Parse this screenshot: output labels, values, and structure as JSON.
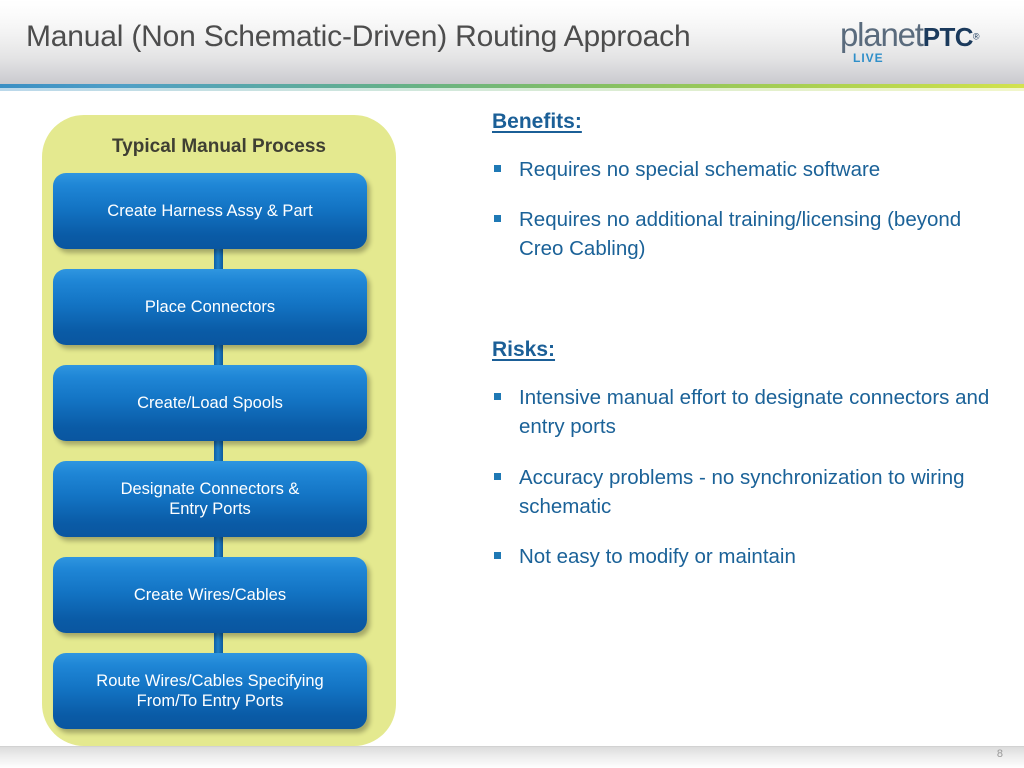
{
  "header": {
    "title": "Manual (Non Schematic-Driven) Routing Approach",
    "logo": {
      "planet": "planet",
      "ptc": "PTC",
      "registered": "®",
      "live": "LIVE"
    }
  },
  "flow_panel": {
    "title": "Typical Manual Process",
    "steps": [
      {
        "label": "Create Harness Assy & Part"
      },
      {
        "label": "Place Connectors"
      },
      {
        "label": "Create/Load Spools"
      },
      {
        "label": "Designate Connectors &\nEntry Ports"
      },
      {
        "label": "Create Wires/Cables"
      },
      {
        "label": "Route Wires/Cables Specifying\nFrom/To Entry Ports"
      }
    ]
  },
  "content": {
    "benefits": {
      "heading": "Benefits:",
      "items": [
        "Requires no special schematic software",
        "Requires no additional training/licensing (beyond Creo Cabling)"
      ]
    },
    "risks": {
      "heading": "Risks:",
      "items": [
        "Intensive manual effort to designate connectors and entry ports",
        "Accuracy problems - no synchronization to wiring schematic",
        "Not easy to modify or maintain"
      ]
    }
  },
  "footer": {
    "page_number": "8"
  },
  "colors": {
    "panel_background": "#e4e98f",
    "step_box_top": "#2f96e0",
    "step_box_bottom": "#0a56a0",
    "text_blue": "#1b6298",
    "heading_blue": "#1b5f97",
    "bullet_blue": "#1f79b5",
    "title_gray": "#4d4d4d",
    "page_number_gray": "#9a9a9a"
  }
}
